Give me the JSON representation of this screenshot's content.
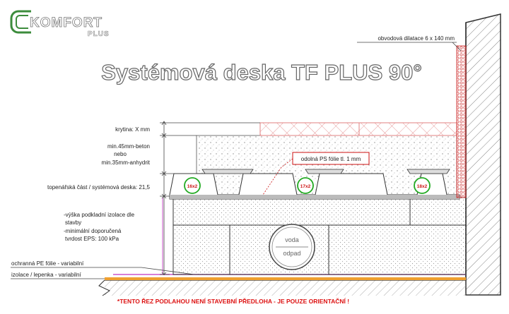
{
  "brand": {
    "name": "KOMFORT",
    "sub": "PLUS",
    "color": "#3c8c3c"
  },
  "title": "Systémová deska TF PLUS 90°",
  "labels": {
    "perimeter_strip": "obvodová dilatace 6 x 140 mm",
    "flooring": "krytina: X mm",
    "screed_line1": "min.45mm-beton",
    "screed_line2": "nebo",
    "screed_line3": "min.35mm-anhydrit",
    "heating_layer": "topenářská část / systémová deska: 21,5",
    "ps_foil": "odolná PS fólie tl. 1 mm",
    "insulation_line1": "-výška podkladní izolace dle",
    "insulation_line2": "stavby",
    "insulation_line3": "-minimální doporučená",
    "insulation_line4": "tvrdost EPS: 100 kPa",
    "pe_foil": "ochranná PE fólie - variabilní",
    "base_layer": "izolace / lepenka - variabilní",
    "drain_top": "voda",
    "drain_bottom": "odpad",
    "pipe_1": "16x2",
    "pipe_2": "17x2",
    "pipe_3": "18x2",
    "disclaimer": "*TENTO ŘEZ PODLAHOU NENÍ STAVEBNÍ PŘEDLOHA - JE POUZE ORIENTAČNÍ !"
  },
  "colors": {
    "pipe_outline": "#22aa22",
    "pipe_text": "#cc1111",
    "callout_box": "#cc1111",
    "tile": "#e08080",
    "perimeter": "#cc2222",
    "pe_foil": "#cc55cc",
    "base_layer": "#f0a030",
    "disclaimer": "#dd1111"
  }
}
